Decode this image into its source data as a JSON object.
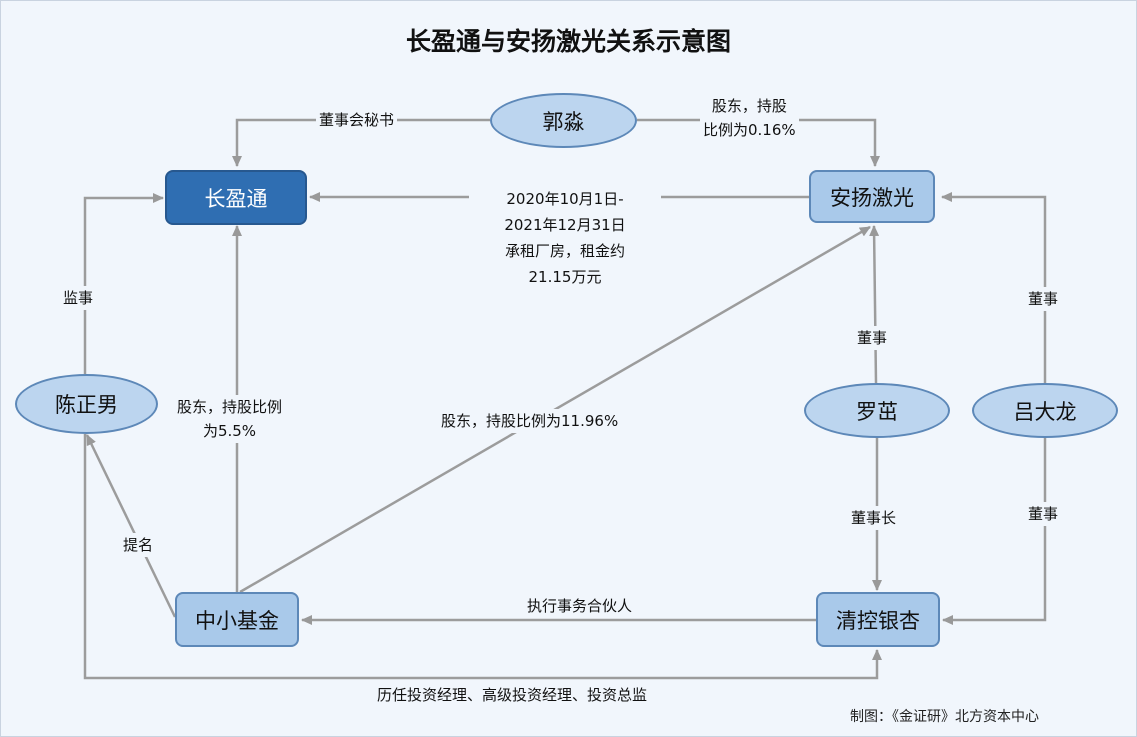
{
  "title": "长盈通与安扬激光关系示意图",
  "credit": "制图：《金证研》北方资本中心",
  "nodes": {
    "changyingtong": "长盈通",
    "anyang": "安扬激光",
    "zhongxiao": "中小基金",
    "qingkong": "清控银杏",
    "guomiao": "郭淼",
    "chenzhengnan": "陈正男",
    "luomiao": "罗茁",
    "lvdalong": "吕大龙"
  },
  "labels": {
    "secretary": "董事会秘书",
    "shareholder_016_a": "股东，持股",
    "shareholder_016_b": "比例为0.16%",
    "lease_1": "2020年10月1日-",
    "lease_2": "2021年12月31日",
    "lease_3": "承租厂房，租金约",
    "lease_4": "21.15万元",
    "supervisor": "监事",
    "shareholder_55_a": "股东，持股比例",
    "shareholder_55_b": "为5.5%",
    "shareholder_1196": "股东，持股比例为11.96%",
    "director_luo": "董事",
    "director_lv_top": "董事",
    "chairman": "董事长",
    "director_lv_bottom": "董事",
    "nominate": "提名",
    "gp": "执行事务合伙人",
    "career": "历任投资经理、高级投资经理、投资总监"
  }
}
